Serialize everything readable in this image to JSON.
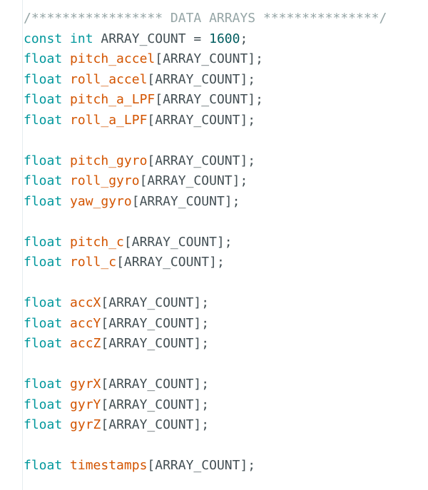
{
  "colors": {
    "comment": "#95a5a6",
    "keyword": "#00979c",
    "identifier": "#d35400",
    "number": "#005c5f",
    "plain": "#434f54",
    "background": "#ffffff"
  },
  "code_lines": [
    [
      {
        "t": "comment",
        "v": "/***************** DATA ARRAYS ***************/"
      }
    ],
    [
      {
        "t": "keyword",
        "v": "const"
      },
      {
        "t": "plain",
        "v": " "
      },
      {
        "t": "keyword",
        "v": "int"
      },
      {
        "t": "plain",
        "v": " ARRAY_COUNT = "
      },
      {
        "t": "number",
        "v": "1600"
      },
      {
        "t": "plain",
        "v": ";"
      }
    ],
    [
      {
        "t": "keyword",
        "v": "float"
      },
      {
        "t": "plain",
        "v": " "
      },
      {
        "t": "identifier",
        "v": "pitch_accel"
      },
      {
        "t": "plain",
        "v": "[ARRAY_COUNT];"
      }
    ],
    [
      {
        "t": "keyword",
        "v": "float"
      },
      {
        "t": "plain",
        "v": " "
      },
      {
        "t": "identifier",
        "v": "roll_accel"
      },
      {
        "t": "plain",
        "v": "[ARRAY_COUNT];"
      }
    ],
    [
      {
        "t": "keyword",
        "v": "float"
      },
      {
        "t": "plain",
        "v": " "
      },
      {
        "t": "identifier",
        "v": "pitch_a_LPF"
      },
      {
        "t": "plain",
        "v": "[ARRAY_COUNT];"
      }
    ],
    [
      {
        "t": "keyword",
        "v": "float"
      },
      {
        "t": "plain",
        "v": " "
      },
      {
        "t": "identifier",
        "v": "roll_a_LPF"
      },
      {
        "t": "plain",
        "v": "[ARRAY_COUNT];"
      }
    ],
    [],
    [
      {
        "t": "keyword",
        "v": "float"
      },
      {
        "t": "plain",
        "v": " "
      },
      {
        "t": "identifier",
        "v": "pitch_gyro"
      },
      {
        "t": "plain",
        "v": "[ARRAY_COUNT];"
      }
    ],
    [
      {
        "t": "keyword",
        "v": "float"
      },
      {
        "t": "plain",
        "v": " "
      },
      {
        "t": "identifier",
        "v": "roll_gyro"
      },
      {
        "t": "plain",
        "v": "[ARRAY_COUNT];"
      }
    ],
    [
      {
        "t": "keyword",
        "v": "float"
      },
      {
        "t": "plain",
        "v": " "
      },
      {
        "t": "identifier",
        "v": "yaw_gyro"
      },
      {
        "t": "plain",
        "v": "[ARRAY_COUNT];"
      }
    ],
    [],
    [
      {
        "t": "keyword",
        "v": "float"
      },
      {
        "t": "plain",
        "v": " "
      },
      {
        "t": "identifier",
        "v": "pitch_c"
      },
      {
        "t": "plain",
        "v": "[ARRAY_COUNT];"
      }
    ],
    [
      {
        "t": "keyword",
        "v": "float"
      },
      {
        "t": "plain",
        "v": " "
      },
      {
        "t": "identifier",
        "v": "roll_c"
      },
      {
        "t": "plain",
        "v": "[ARRAY_COUNT];"
      }
    ],
    [],
    [
      {
        "t": "keyword",
        "v": "float"
      },
      {
        "t": "plain",
        "v": " "
      },
      {
        "t": "identifier",
        "v": "accX"
      },
      {
        "t": "plain",
        "v": "[ARRAY_COUNT];"
      }
    ],
    [
      {
        "t": "keyword",
        "v": "float"
      },
      {
        "t": "plain",
        "v": " "
      },
      {
        "t": "identifier",
        "v": "accY"
      },
      {
        "t": "plain",
        "v": "[ARRAY_COUNT];"
      }
    ],
    [
      {
        "t": "keyword",
        "v": "float"
      },
      {
        "t": "plain",
        "v": " "
      },
      {
        "t": "identifier",
        "v": "accZ"
      },
      {
        "t": "plain",
        "v": "[ARRAY_COUNT];"
      }
    ],
    [],
    [
      {
        "t": "keyword",
        "v": "float"
      },
      {
        "t": "plain",
        "v": " "
      },
      {
        "t": "identifier",
        "v": "gyrX"
      },
      {
        "t": "plain",
        "v": "[ARRAY_COUNT];"
      }
    ],
    [
      {
        "t": "keyword",
        "v": "float"
      },
      {
        "t": "plain",
        "v": " "
      },
      {
        "t": "identifier",
        "v": "gyrY"
      },
      {
        "t": "plain",
        "v": "[ARRAY_COUNT];"
      }
    ],
    [
      {
        "t": "keyword",
        "v": "float"
      },
      {
        "t": "plain",
        "v": " "
      },
      {
        "t": "identifier",
        "v": "gyrZ"
      },
      {
        "t": "plain",
        "v": "[ARRAY_COUNT];"
      }
    ],
    [],
    [
      {
        "t": "keyword",
        "v": "float"
      },
      {
        "t": "plain",
        "v": " "
      },
      {
        "t": "identifier",
        "v": "timestamps"
      },
      {
        "t": "plain",
        "v": "[ARRAY_COUNT];"
      }
    ]
  ]
}
